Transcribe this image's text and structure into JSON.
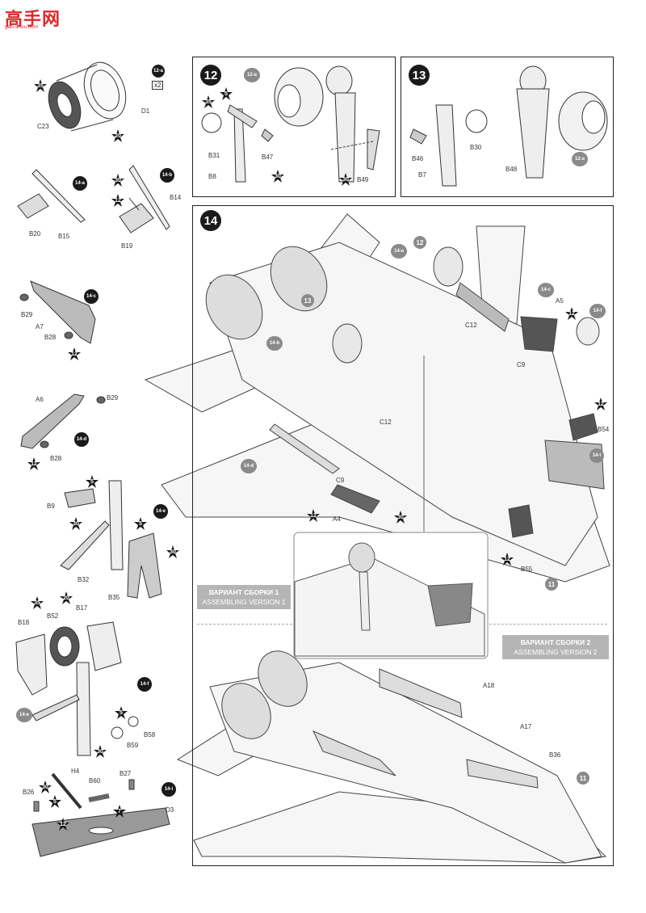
{
  "watermark": {
    "title": "高手网",
    "url": "gao-shou.com"
  },
  "steps": {
    "s12": "12",
    "s13": "13",
    "s14": "14"
  },
  "parts": {
    "D1": "D1",
    "C23": "C23",
    "B20": "B20",
    "B15": "B15",
    "B19": "B19",
    "B14": "B14",
    "B29a": "B29",
    "A7": "A7",
    "B28a": "B28",
    "A6": "A6",
    "B29b": "B29",
    "B28b": "B28",
    "B9": "B9",
    "B32": "B32",
    "B35": "B35",
    "B18": "B18",
    "B52": "B52",
    "B17": "B17",
    "B58": "B58",
    "B59": "B59",
    "H4": "H4",
    "B60": "B60",
    "B27": "B27",
    "B26": "B26",
    "D3": "D3",
    "B31": "B31",
    "B8": "B8",
    "B47": "B47",
    "B49": "B49",
    "B46": "B46",
    "B30": "B30",
    "B7": "B7",
    "B48": "B48",
    "A5": "A5",
    "C12a": "C12",
    "C9a": "C9",
    "C12b": "C12",
    "C9b": "C9",
    "A4": "A4",
    "B54": "B54",
    "B55": "B55",
    "A18": "A18",
    "A17": "A17",
    "B36": "B36"
  },
  "subassemblies": {
    "a12": "12-a",
    "a14a": "14-a",
    "a14b": "14-b",
    "a14c": "14-c",
    "a14d": "14-d",
    "a14e": "14-e",
    "a14f": "14-f",
    "a14i": "14-i",
    "a12b": "12-a",
    "a12c": "12-a",
    "a14a2": "14-a",
    "a14b2": "14-b",
    "a14c2": "14-c",
    "a14f2": "14-f",
    "a14d2": "14-d",
    "a14i2": "14-i",
    "a14e2": "14-e",
    "n12": "12",
    "n13": "13",
    "n11a": "11",
    "n11b": "11"
  },
  "quantity": "x2",
  "colors": {
    "c35": "35",
    "c20": "20",
    "c30": "30",
    "c12": "12",
    "c5": "5",
    "c7": "7"
  },
  "versions": {
    "v1_ru": "ВАРИАНТ СБОРКИ 1",
    "v1_en": "ASSEMBLING VERSION 1",
    "v2_ru": "ВАРИАНТ СБОРКИ 2",
    "v2_en": "ASSEMBLING VERSION 2"
  }
}
